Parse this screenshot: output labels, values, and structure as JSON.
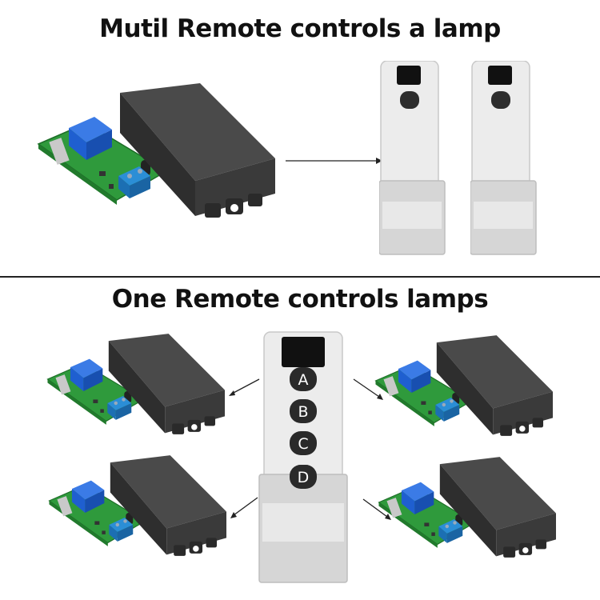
{
  "titles": {
    "top": "Mutil Remote controls a lamp",
    "bottom": "One Remote controls lamps"
  },
  "remote_buttons": [
    "A",
    "B",
    "C",
    "D"
  ],
  "colors": {
    "pcb": "#2f9a3c",
    "enclosure": "#3a3a3a",
    "relay": "#1f5fd0",
    "remote_body": "#ececec",
    "button": "#2a2a2a"
  }
}
